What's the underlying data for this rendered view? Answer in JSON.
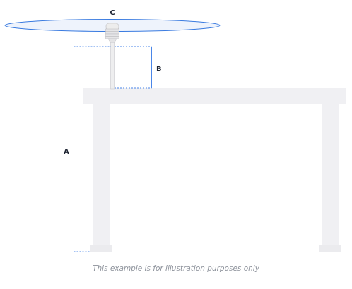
{
  "labels": {
    "a": "A",
    "b": "B",
    "c": "C"
  },
  "caption": "This example is for illustration purposes only",
  "colors": {
    "dimension_line": "#4a86e8",
    "table": "#f0f0f3",
    "ellipse": "#3a7be0",
    "text": "#1f2533",
    "caption": "#8d929b"
  },
  "icons": {
    "antenna": "antenna-icon"
  }
}
